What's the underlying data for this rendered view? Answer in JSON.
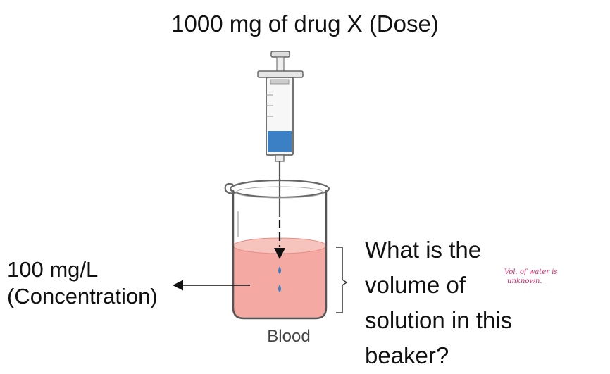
{
  "title": "1000 mg of drug X (Dose)",
  "concentration": {
    "value": "100 mg/L",
    "label": "(Concentration)"
  },
  "question": {
    "lines": [
      "What is the",
      "volume of",
      "solution in this",
      "beaker?"
    ]
  },
  "handwritten_note": {
    "line1": "Vol. of water is",
    "line2": "unknown."
  },
  "beaker_label": "Blood",
  "colors": {
    "liquid": "#f4a9a2",
    "liquid_surface": "#f7c3bd",
    "drug": "#3b7fc4",
    "note": "#d22a6a"
  },
  "icons": [
    "syringe-icon",
    "beaker-icon",
    "arrow-left-icon",
    "arrow-down-icon",
    "bracket-icon"
  ]
}
